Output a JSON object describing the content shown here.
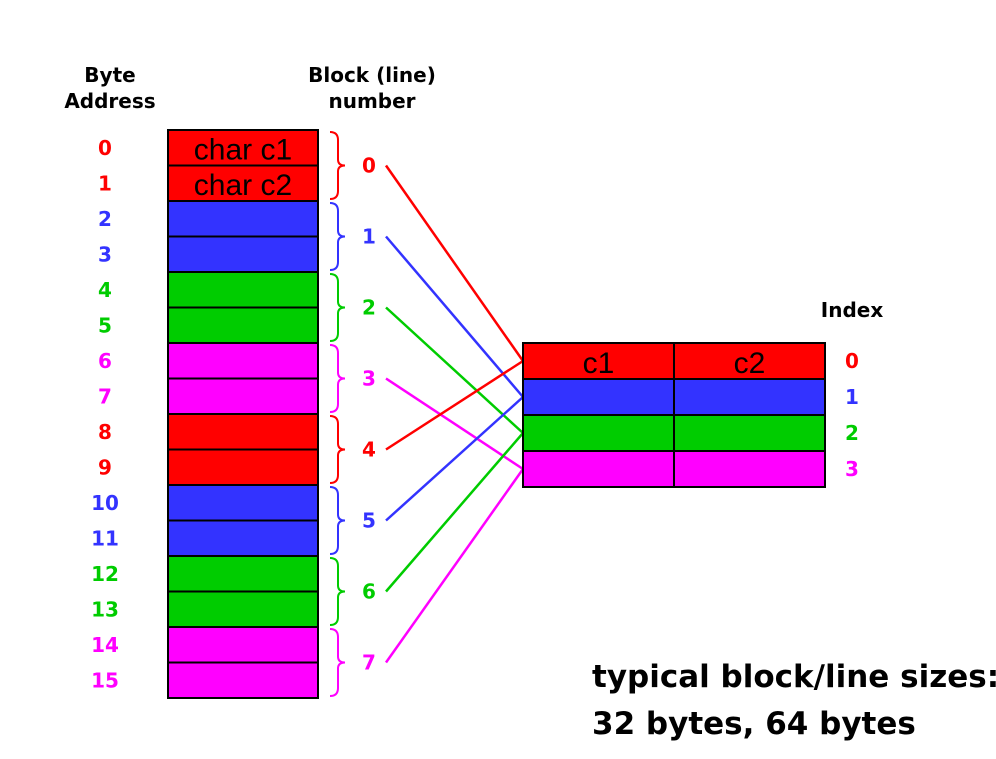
{
  "headers": {
    "byte_address": [
      "Byte",
      "Address"
    ],
    "block_number": [
      "Block (line)",
      "number"
    ],
    "index": "Index"
  },
  "colors": {
    "red": "#ff0000",
    "blue": "#3333ff",
    "green": "#00cc00",
    "magenta": "#ff00ff"
  },
  "memory": {
    "byte_addresses": [
      "0",
      "1",
      "2",
      "3",
      "4",
      "5",
      "6",
      "7",
      "8",
      "9",
      "10",
      "11",
      "12",
      "13",
      "14",
      "15"
    ],
    "cell_labels": [
      "char c1",
      "char c2",
      "",
      "",
      "",
      "",
      "",
      "",
      "",
      "",
      "",
      "",
      "",
      "",
      "",
      ""
    ]
  },
  "blocks": {
    "numbers": [
      "0",
      "1",
      "2",
      "3",
      "4",
      "5",
      "6",
      "7"
    ]
  },
  "cache": {
    "index_labels": [
      "0",
      "1",
      "2",
      "3"
    ],
    "row0_cells": [
      "c1",
      "c2"
    ]
  },
  "note": {
    "line1": "typical block/line sizes:",
    "line2": "32 bytes, 64 bytes"
  }
}
